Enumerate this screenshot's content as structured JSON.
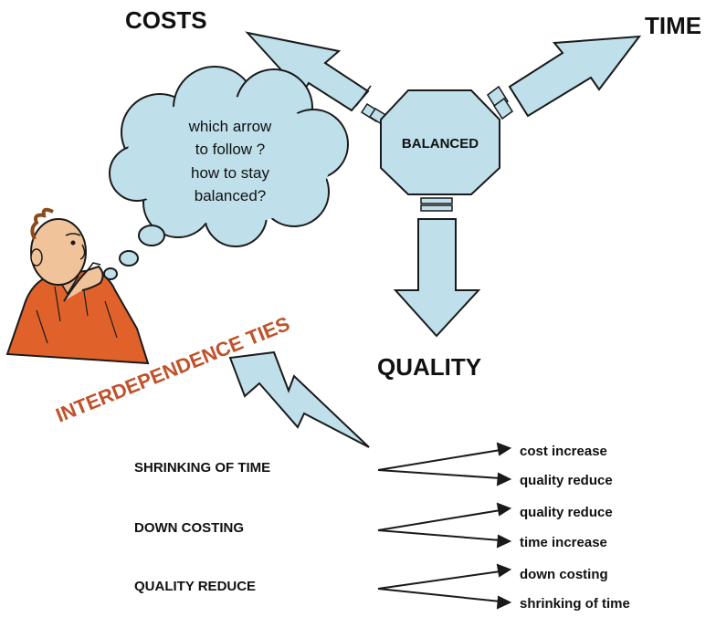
{
  "diagram": {
    "goals": {
      "costs": "COSTS",
      "time": "TIME",
      "quality": "QUALITY"
    },
    "center_label": "BALANCED",
    "thought_bubble": {
      "lines": [
        "which arrow",
        "to follow ?",
        "how to stay",
        "balanced?"
      ]
    },
    "interdependence_label": "INTERDEPENDENCE TIES",
    "consequences": [
      {
        "cause": "SHRINKING OF TIME",
        "effects": [
          "cost increase",
          "quality reduce"
        ]
      },
      {
        "cause": "DOWN COSTING",
        "effects": [
          "quality reduce",
          "time increase"
        ]
      },
      {
        "cause": "QUALITY REDUCE",
        "effects": [
          "down costing",
          "shrinking of time"
        ]
      }
    ],
    "colors": {
      "arrow_fill": "#bfe0ea",
      "outline": "#1a1a1a",
      "cloud_fill": "#bfe0ea",
      "ties_text": "#c0522a",
      "shirt": "#e0622a"
    },
    "icons": [
      "person-thinking-icon",
      "lightning-bolt-icon"
    ]
  }
}
